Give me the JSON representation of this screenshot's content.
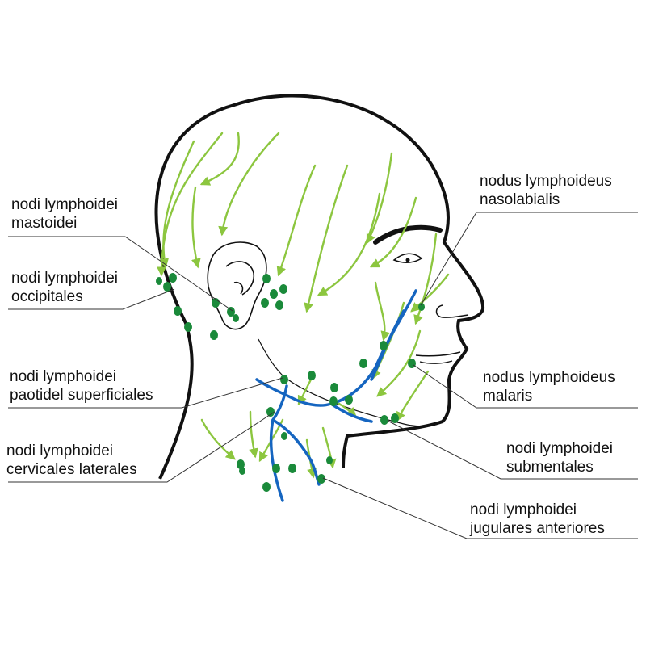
{
  "colors": {
    "outline": "#111111",
    "lymph": "#8cc63f",
    "node": "#1a8a3a",
    "vein": "#1565c0",
    "leader": "#333333"
  },
  "labels": {
    "mastoidei": {
      "line1": "nodi lymphoidei",
      "line2": "mastoidei"
    },
    "occipitales": {
      "line1": "nodi lymphoidei",
      "line2": "occipitales"
    },
    "parotidei": {
      "line1": "nodi lymphoidei",
      "line2": "paotidel superficiales"
    },
    "cervicales": {
      "line1": "nodi lymphoidei",
      "line2": "cervicales laterales"
    },
    "nasolabialis": {
      "line1": "nodus lymphoideus",
      "line2": "nasolabialis"
    },
    "malaris": {
      "line1": "nodus lymphoideus",
      "line2": "malaris"
    },
    "submentales": {
      "line1": "nodi lymphoidei",
      "line2": "submentales"
    },
    "jugulares": {
      "line1": "nodi lymphoidei",
      "line2": "jugulares anteriores"
    }
  }
}
